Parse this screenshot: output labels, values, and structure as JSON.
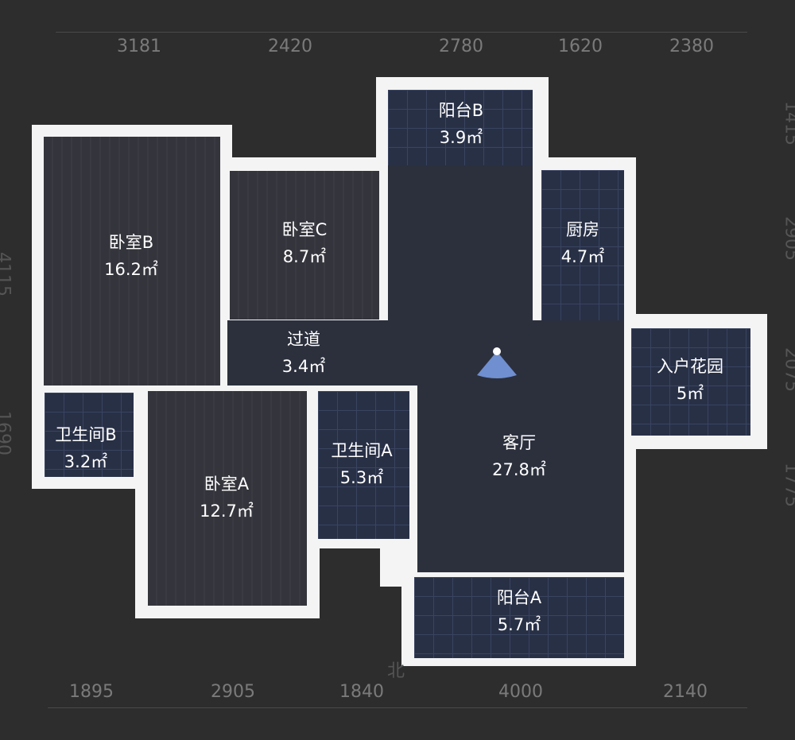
{
  "dimensions": {
    "top": [
      "3181",
      "2420",
      "2780",
      "1620",
      "2380"
    ],
    "bottom": [
      "1895",
      "2905",
      "1840",
      "4000",
      "2140"
    ],
    "left": [
      "4115",
      "1690"
    ],
    "right": [
      "1415",
      "2905",
      "2075",
      "1775"
    ]
  },
  "rooms": [
    {
      "name": "卧室B",
      "area": "16.2㎡"
    },
    {
      "name": "卧室C",
      "area": "8.7㎡"
    },
    {
      "name": "阳台B",
      "area": "3.9㎡"
    },
    {
      "name": "厨房",
      "area": "4.7㎡"
    },
    {
      "name": "过道",
      "area": "3.4㎡"
    },
    {
      "name": "入户花园",
      "area": "5㎡"
    },
    {
      "name": "卫生间B",
      "area": "3.2㎡"
    },
    {
      "name": "卧室A",
      "area": "12.7㎡"
    },
    {
      "name": "卫生间A",
      "area": "5.3㎡"
    },
    {
      "name": "客厅",
      "area": "27.8㎡"
    },
    {
      "name": "阳台A",
      "area": "5.7㎡"
    }
  ],
  "compass": {
    "label": "北",
    "icon": "view-direction-icon"
  },
  "colors": {
    "background": "#2d2d2d",
    "wall": "#f4f4f4",
    "room": "#2c303d"
  }
}
